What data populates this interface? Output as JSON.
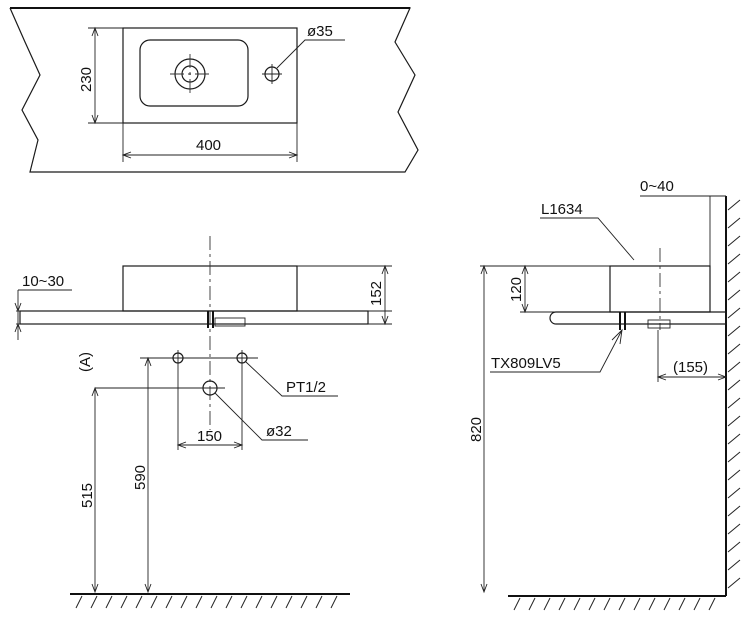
{
  "dimensions": {
    "top_view": {
      "diameter_tap_hole": "ø35",
      "depth": "230",
      "width": "400"
    },
    "front_view": {
      "counter_thickness": "10~30",
      "basin_height": "152",
      "marker_a": "(A)",
      "supply_thread": "PT1/2",
      "drain_diameter": "ø32",
      "supply_spacing": "150",
      "drain_height": "515",
      "supply_height": "590"
    },
    "side_view": {
      "basin_model": "L1634",
      "wall_gap": "0~40",
      "rim_height": "120",
      "drain_model": "TX809LV5",
      "drain_offset": "(155)",
      "counter_height": "820"
    }
  }
}
